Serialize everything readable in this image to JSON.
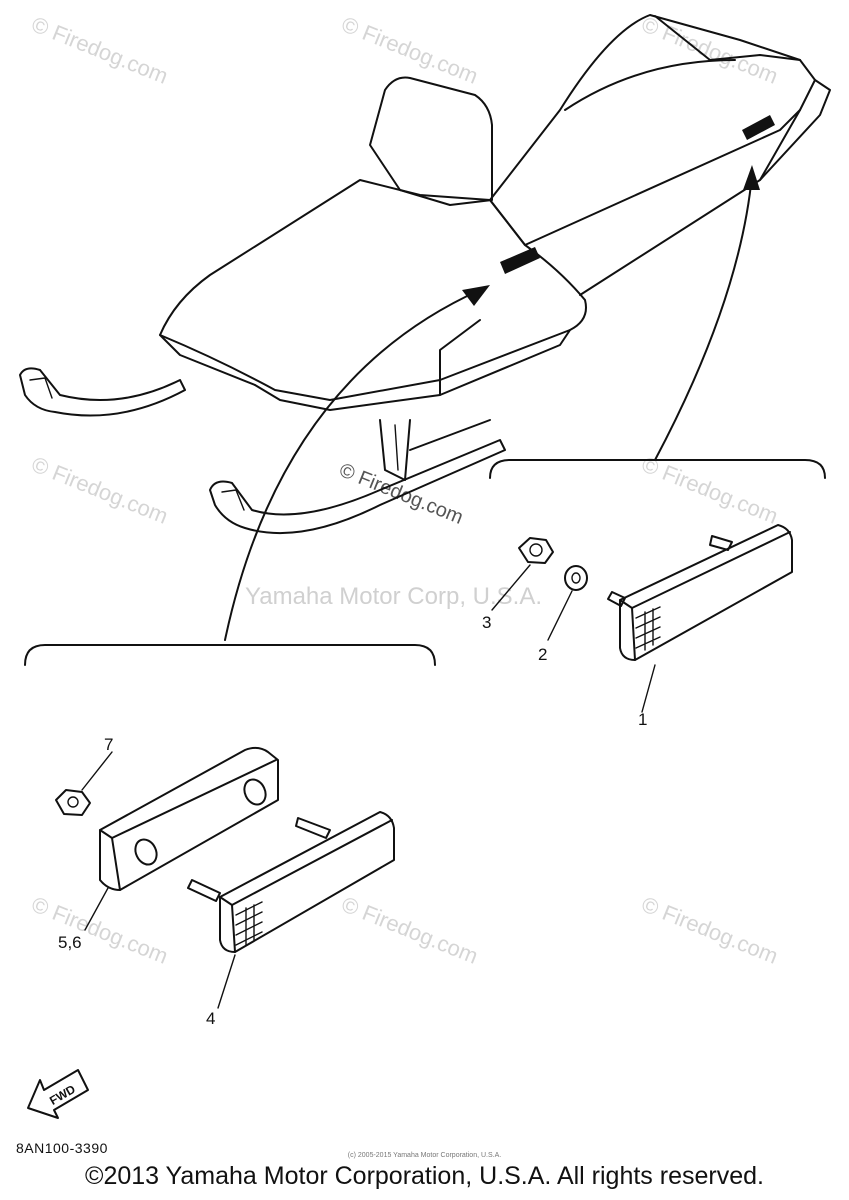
{
  "watermark": {
    "firedog": "© Firedog.com",
    "corp": "Yamaha Motor Corp, U.S.A."
  },
  "callouts": {
    "c1": "1",
    "c2": "2",
    "c3": "3",
    "c4": "4",
    "c56": "5,6",
    "c7": "7"
  },
  "fwd_label": "FWD",
  "diagram_code": "8AN100-3390",
  "credit_small": "(c) 2005-2015 Yamaha Motor Corporation, U.S.A.",
  "copyright": "©2013 Yamaha Motor Corporation, U.S.A. All rights reserved."
}
